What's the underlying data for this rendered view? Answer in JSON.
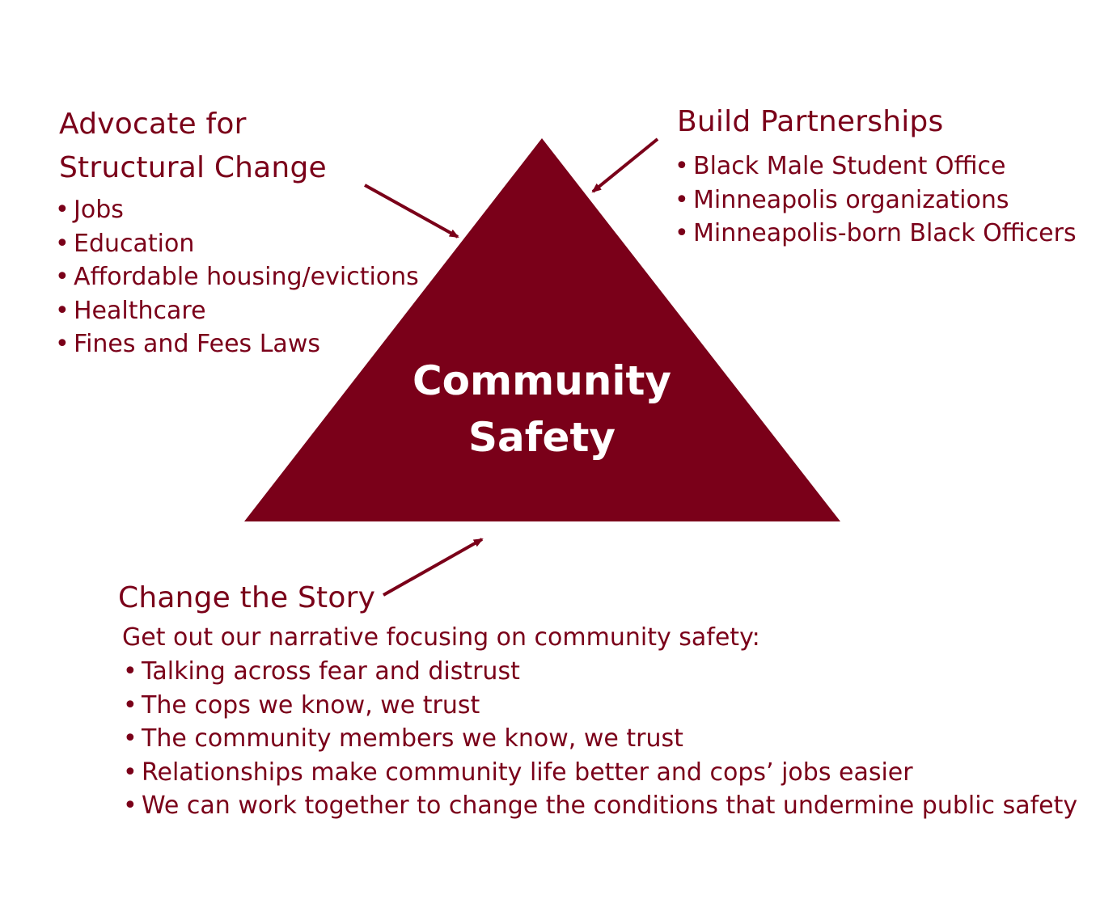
{
  "center": {
    "line1": "Community",
    "line2": "Safety"
  },
  "advocate": {
    "title_line1": "Advocate for",
    "title_line2": "Structural Change",
    "items": [
      "Jobs",
      "Education",
      "Affordable housing/evictions",
      "Healthcare",
      "Fines and Fees Laws"
    ]
  },
  "partnerships": {
    "title": "Build Partnerships",
    "items": [
      "Black Male Student Office",
      "Minneapolis organizations",
      "Minneapolis-born Black Officers"
    ]
  },
  "story": {
    "title": "Change the Story",
    "intro": "Get out our narrative focusing on community safety:",
    "items": [
      "Talking across fear and distrust",
      "The cops we know, we trust",
      "The community members we know, we trust",
      "Relationships make community life better and cops’ jobs easier",
      "We can work together to change the conditions that undermine public safety"
    ]
  },
  "colors": {
    "accent": "#7a0019",
    "background": "#ffffff",
    "center_text": "#ffffff"
  }
}
